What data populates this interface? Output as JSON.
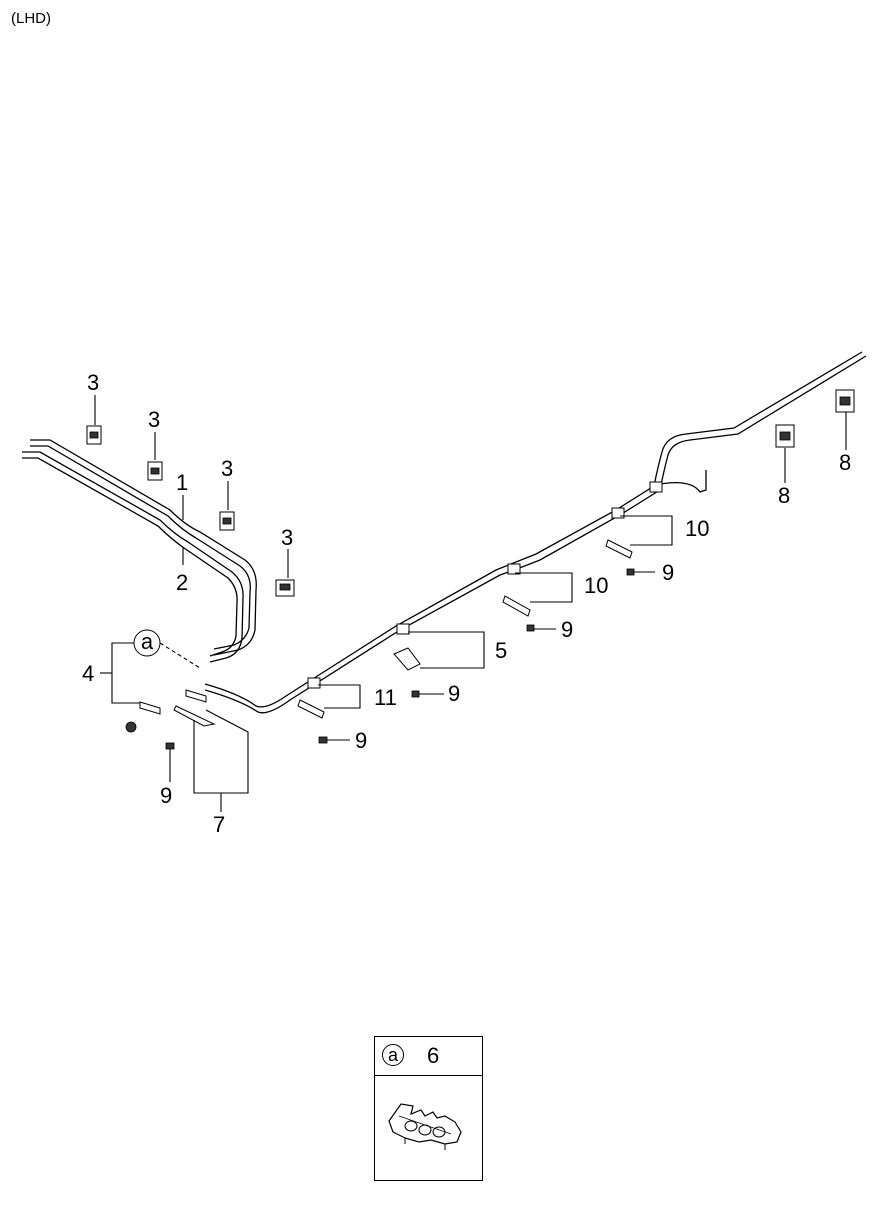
{
  "header": {
    "variant_label": "(LHD)"
  },
  "callouts": {
    "c1": "1",
    "c2": "2",
    "c3a": "3",
    "c3b": "3",
    "c3c": "3",
    "c3d": "3",
    "c4": "4",
    "c5": "5",
    "c7": "7",
    "c8a": "8",
    "c8b": "8",
    "c9a": "9",
    "c9b": "9",
    "c9c": "9",
    "c9d": "9",
    "c9e": "9",
    "c10a": "10",
    "c10b": "10",
    "c11": "11",
    "detail_marker": "a"
  },
  "inset": {
    "marker": "a",
    "part_number": "6"
  }
}
